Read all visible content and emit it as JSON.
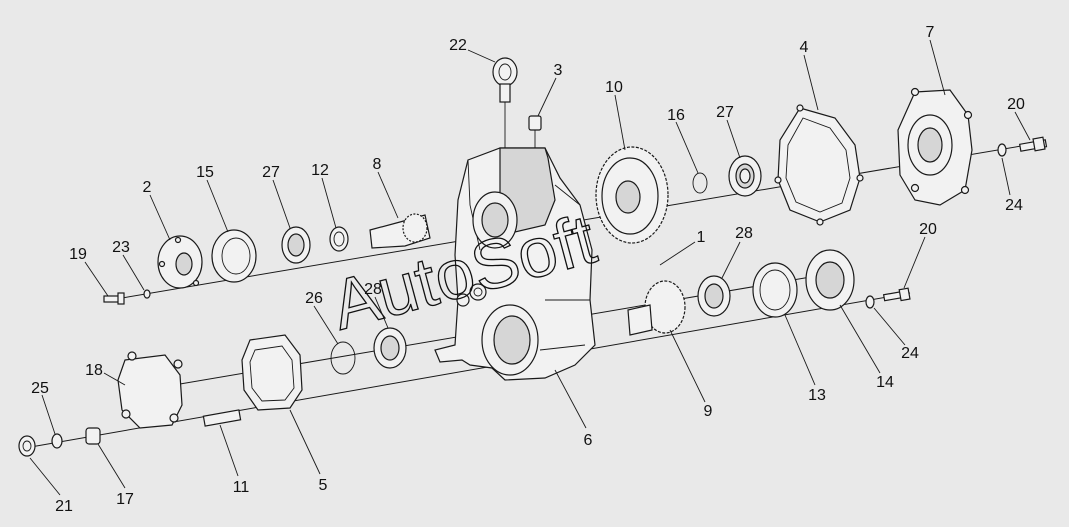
{
  "callouts": [
    {
      "id": "c22",
      "text": "22"
    },
    {
      "id": "c3",
      "text": "3"
    },
    {
      "id": "c10",
      "text": "10"
    },
    {
      "id": "c16",
      "text": "16"
    },
    {
      "id": "c27a",
      "text": "27"
    },
    {
      "id": "c4",
      "text": "4"
    },
    {
      "id": "c7",
      "text": "7"
    },
    {
      "id": "c20a",
      "text": "20"
    },
    {
      "id": "c24a",
      "text": "24"
    },
    {
      "id": "c2",
      "text": "2"
    },
    {
      "id": "c15",
      "text": "15"
    },
    {
      "id": "c27b",
      "text": "27"
    },
    {
      "id": "c12",
      "text": "12"
    },
    {
      "id": "c8",
      "text": "8"
    },
    {
      "id": "c19",
      "text": "19"
    },
    {
      "id": "c23",
      "text": "23"
    },
    {
      "id": "c1",
      "text": "1"
    },
    {
      "id": "c28a",
      "text": "28"
    },
    {
      "id": "c20b",
      "text": "20"
    },
    {
      "id": "c26",
      "text": "26"
    },
    {
      "id": "c28b",
      "text": "28"
    },
    {
      "id": "c18",
      "text": "18"
    },
    {
      "id": "c25",
      "text": "25"
    },
    {
      "id": "c24b",
      "text": "24"
    },
    {
      "id": "c14",
      "text": "14"
    },
    {
      "id": "c13",
      "text": "13"
    },
    {
      "id": "c9",
      "text": "9"
    },
    {
      "id": "c6",
      "text": "6"
    },
    {
      "id": "c5",
      "text": "5"
    },
    {
      "id": "c11",
      "text": "11"
    },
    {
      "id": "c17",
      "text": "17"
    },
    {
      "id": "c21",
      "text": "21"
    }
  ],
  "watermark": "AutoSoft"
}
